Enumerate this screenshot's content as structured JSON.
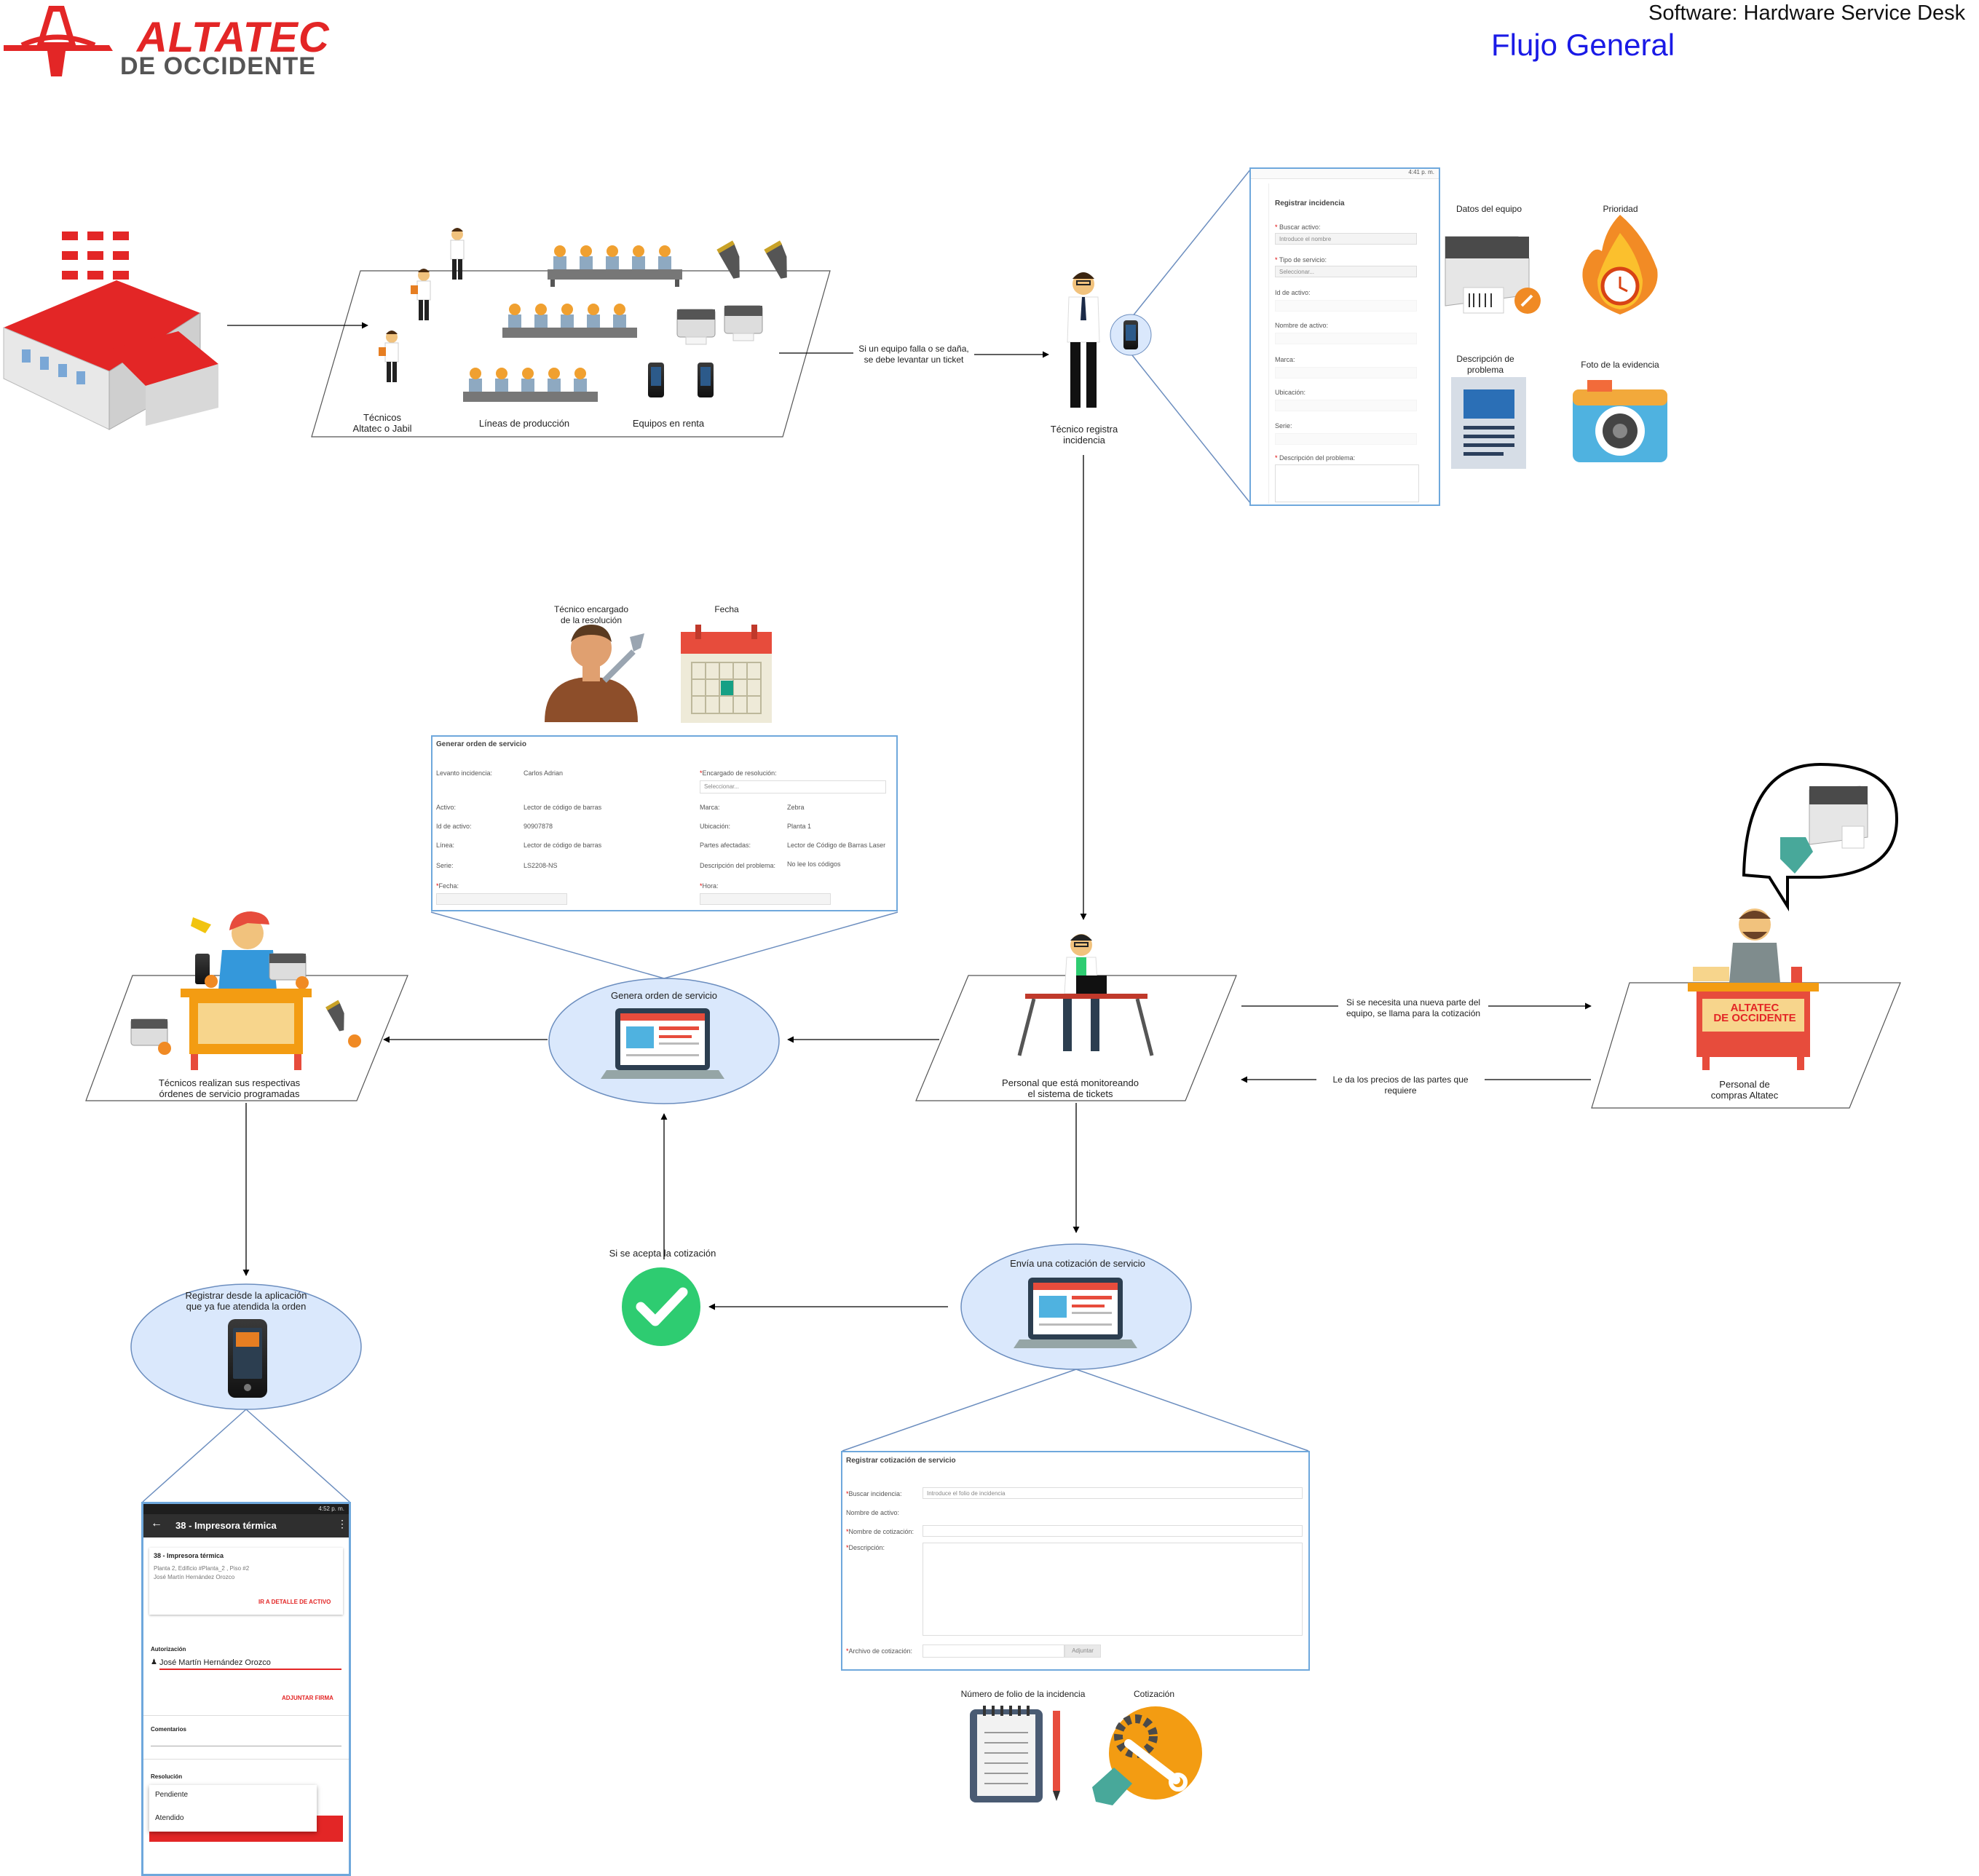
{
  "header": {
    "brand_line1": "ALTATEC",
    "brand_line2": "DE OCCIDENTE",
    "software_title": "Software: Hardware Service Desk",
    "flow_title": "Flujo General"
  },
  "colors": {
    "brand_red": "#e32626",
    "flow_title_blue": "#1a1ae6",
    "ellipse_fill": "#dae8fc",
    "ellipse_stroke": "#6c8ebf",
    "zoom_lines": "#6c8ebf",
    "check_green": "#2ecc71"
  },
  "plant": {
    "labels": {
      "technicians": "Técnicos\nAltatec o Jabil",
      "lines": "Líneas de producción",
      "rentals": "Equipos en renta"
    }
  },
  "flow": {
    "edge_ticket": "Si un equipo falla o se daña,\nse debe levantar un ticket",
    "tech_registers": "Técnico registra\nincidencia",
    "monitor_person": "Personal que está monitoreando\nel sistema de tickets",
    "edge_new_part": "Si se necesita una nueva parte del\nequipo, se llama para la cotización",
    "edge_prices": "Le da los precios de las partes que requiere",
    "purchasing": "Personal de\ncompras Altatec",
    "generate_order": "Genera orden de servicio",
    "tech_execute": "Técnicos realizan sus respectivas\nórdenes de servicio programadas",
    "register_app": "Registrar desde la aplicación\nque ya fue atendida la orden",
    "quote_accepted": "Si se acepta la cotización",
    "send_quote": "Envía una cotización de servicio"
  },
  "incident_form": {
    "status_bar": "4:41 p. m.",
    "title": "Registrar incidencia",
    "fields": [
      {
        "label": "Buscar activo:",
        "required": true,
        "placeholder": "Introduce el nombre"
      },
      {
        "label": "Tipo de servicio:",
        "required": true,
        "placeholder": "Seleccionar..."
      },
      {
        "label": "Id de activo:",
        "required": false,
        "placeholder": ""
      },
      {
        "label": "Nombre de activo:",
        "required": false,
        "placeholder": ""
      },
      {
        "label": "Marca:",
        "required": false,
        "placeholder": ""
      },
      {
        "label": "Ubicación:",
        "required": false,
        "placeholder": ""
      },
      {
        "label": "Serie:",
        "required": false,
        "placeholder": ""
      },
      {
        "label": "Descripción del problema:",
        "required": true,
        "placeholder": ""
      }
    ],
    "side_items": {
      "equipment": "Datos del equipo",
      "priority": "Prioridad",
      "description": "Descripción de\nproblema",
      "photo": "Foto de la evidencia"
    }
  },
  "order_form": {
    "title": "Generar orden de servicio",
    "top_icons": {
      "tech": "Técnico encargado\nde la resolución",
      "date": "Fecha"
    },
    "left_rows": [
      {
        "label": "Levanto incidencia:",
        "value": "Carlos Adrian"
      },
      {
        "label": "Activo:",
        "value": "Lector de código de barras"
      },
      {
        "label": "Id de activo:",
        "value": "90907878"
      },
      {
        "label": "Línea:",
        "value": "Lector de código de barras"
      },
      {
        "label": "Serie:",
        "value": "LS2208-NS"
      }
    ],
    "right_rows": [
      {
        "label": "Marca:",
        "value": "Zebra"
      },
      {
        "label": "Ubicación:",
        "value": "Planta 1"
      },
      {
        "label": "Partes afectadas:",
        "value": "Lector de Código de Barras Laser"
      },
      {
        "label": "Descripción del problema:",
        "value": "No lee los códigos"
      }
    ],
    "assign_label": "Encargado de resolución:",
    "assign_placeholder": "Seleccionar...",
    "date_label": "Fecha:",
    "time_label": "Hora:"
  },
  "mobile_app": {
    "status_bar": "4:52 p. m.",
    "title": "38 - Impresora térmica",
    "card_title": "38 - Impresora térmica",
    "card_line1": "Planta 2, Edificio #Planta_2 , Piso #2",
    "card_line2": "José Martín Hernández Orozco",
    "detail_link": "IR A DETALLE DE ACTIVO",
    "auth_label": "Autorización",
    "auth_value": "José Martín Hernández Orozco",
    "attach_link": "ADJUNTAR FIRMA",
    "comments_label": "Comentarios",
    "resolution_label": "Resolución",
    "options": [
      "Pendiente",
      "Atendido"
    ]
  },
  "quote_form": {
    "title": "Registrar cotización de servicio",
    "search_label": "Buscar incidencia:",
    "search_placeholder": "Introduce el folio de incidencia",
    "asset_label": "Nombre de activo:",
    "quote_name_label": "Nombre de cotización:",
    "description_label": "Descripción:",
    "file_label": "Archivo de cotización:",
    "attach_button": "Adjuntar",
    "icons": {
      "folio": "Número de folio de la incidencia",
      "quote": "Cotización"
    }
  },
  "purchasing_desk_brand": "ALTATEC\nDE OCCIDENTE"
}
